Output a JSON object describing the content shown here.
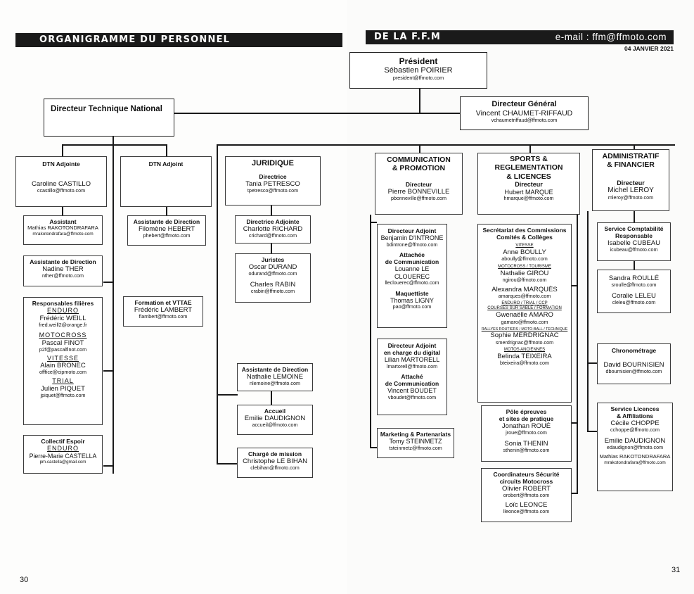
{
  "header": {
    "left_title": "ORGANIGRAMME DU PERSONNEL",
    "right_title": "DE LA F.F.M",
    "email": "e-mail : ffm@ffmoto.com",
    "date": "04 JANVIER 2021"
  },
  "pages": {
    "left": "30",
    "right": "31"
  },
  "president": {
    "title": "Président",
    "name": "Sébastien POIRIER",
    "email": "president@ffmoto.com"
  },
  "dg": {
    "title": "Directeur Général",
    "name": "Vincent CHAUMET-RIFFAUD",
    "email": "vchaumetriffaud@ffmoto.com"
  },
  "dtn": {
    "title": "Directeur Technique National"
  },
  "dtn_adjointe": {
    "title": "DTN Adjointe",
    "name": "Caroline CASTILLO",
    "email": "ccastillo@ffmoto.com"
  },
  "assistant": {
    "title": "Assistant",
    "name": "Mathias RAKOTONDRAFARA",
    "email": "mrakotondrafara@ffmoto.com"
  },
  "assistante_dir1": {
    "title": "Assistante de Direction",
    "name": "Nadine THER",
    "email": "nther@ffmoto.com"
  },
  "filieres": {
    "title": "Responsables filières",
    "groups": [
      {
        "label": "ENDURO",
        "name": "Frédéric WEILL",
        "email": "fred.weill2@orange.fr"
      },
      {
        "label": "MOTOCROSS",
        "name": "Pascal FINOT",
        "email": "p2f@pascalfinot.com"
      },
      {
        "label": "VITESSE",
        "name": "Alain BRONEC",
        "email": "offfice@cipmoto.com"
      },
      {
        "label": "TRIAL",
        "name": "Julien PIQUET",
        "email": "jpiquet@ffmoto.com"
      }
    ]
  },
  "espoir": {
    "title": "Collectif Espoir",
    "label": "ENDURO",
    "name": "Pierre-Marie CASTELLA",
    "email": "pm.castella@gmail.com"
  },
  "dtn_adjoint": {
    "title": "DTN Adjoint"
  },
  "assistante_dir2": {
    "title": "Assistante de Direction",
    "name": "Filomène HEBERT",
    "email": "phebert@ffmoto.com"
  },
  "vttae": {
    "title": "Formation et VTTAE",
    "name": "Frédéric LAMBERT",
    "email": "flambert@ffmoto.com"
  },
  "juridique": {
    "title": "JURIDIQUE",
    "role": "Directrice",
    "name": "Tania PETRESCO",
    "email": "tpetresco@ffmoto.com"
  },
  "dir_adjointe": {
    "title": "Directrice Adjointe",
    "name": "Charlotte RICHARD",
    "email": "crichard@ffmoto.com"
  },
  "juristes": {
    "title": "Juristes",
    "people": [
      {
        "name": "Oscar DURAND",
        "email": "odurand@ffmoto.com"
      },
      {
        "name": "Charles RABIN",
        "email": "crabin@ffmoto.com"
      }
    ]
  },
  "assistante_dir3": {
    "title": "Assistante de Direction",
    "name": "Nathalie LEMOINE",
    "email": "nlemoine@ffmoto.com"
  },
  "accueil": {
    "title": "Accueil",
    "name": "Emilie DAUDIGNON",
    "email": "accueil@ffmoto.com"
  },
  "mission": {
    "title": "Chargé de mission",
    "name": "Christophe LE BIHAN",
    "email": "clebihan@ffmoto.com"
  },
  "comm": {
    "title1": "COMMUNICATION",
    "title2": "& PROMOTION",
    "role": "Directeur",
    "name": "Pierre BONNEVILLE",
    "email": "pbonneville@ffmoto.com"
  },
  "comm_adj": {
    "title": "Directeur Adjoint",
    "name": "Benjamin D'INTRONE",
    "email": "bdintrone@ffmoto.com",
    "att_title1": "Attachée",
    "att_title2": "de Communication",
    "att_name": "Louanne LE CLOUEREC",
    "att_email": "lleclouerec@ffmoto.com",
    "maq_title": "Maquettiste",
    "maq_name": "Thomas LIGNY",
    "maq_email": "pao@ffmoto.com"
  },
  "digital": {
    "title1": "Directeur Adjoint",
    "title2": "en charge du digital",
    "name": "Lilian MARTORELL",
    "email": "lmartorell@ffmoto.com",
    "att_title1": "Attaché",
    "att_title2": "de Communication",
    "att_name": "Vincent BOUDET",
    "att_email": "vboudet@ffmoto.com"
  },
  "marketing": {
    "title": "Marketing & Partenariats",
    "name": "Tomy STEINMETZ",
    "email": "tsteinmetz@ffmoto.com"
  },
  "sports": {
    "title1": "SPORTS &",
    "title2": "REGLEMENTATION",
    "title3": "& LICENCES",
    "role": "Directeur",
    "name": "Hubert MARQUE",
    "email": "hmarque@ffmoto.com"
  },
  "secretariat": {
    "title1": "Secrétariat des Commissions",
    "title2": "Comités & Collèges",
    "groups": [
      {
        "labels": [
          "VITESSE"
        ],
        "people": [
          {
            "name": "Anne BOULLY",
            "email": "aboully@ffmoto.com"
          }
        ]
      },
      {
        "labels": [
          "MOTOCROSS / TOURISME"
        ],
        "people": [
          {
            "name": "Nathalie GIROU",
            "email": "ngirou@ffmoto.com"
          },
          {
            "name": "Alexandra MARQUÈS",
            "email": "amarques@ffmoto.com"
          }
        ]
      },
      {
        "labels": [
          "ENDURO / TRIAL / CCP",
          "COURSES SUR SABLE / FORMATION"
        ],
        "people": [
          {
            "name": "Gwenaëlle AMARO",
            "email": "gamaro@ffmoto.com"
          }
        ]
      },
      {
        "labels": [
          "RALLYES ROUTIERS / MOTO-BALL / TECHNIQUE"
        ],
        "people": [
          {
            "name": "Sophie MERDRIGNAC",
            "email": "smerdrignac@ffmoto.com"
          }
        ]
      },
      {
        "labels": [
          "MOTOS ANCIENNES"
        ],
        "people": [
          {
            "name": "Belinda TEIXEIRA",
            "email": "bteixeira@ffmoto.com"
          }
        ]
      }
    ]
  },
  "epreuves": {
    "title1": "Pôle épreuves",
    "title2": "et sites de pratique",
    "people": [
      {
        "name": "Jonathan ROUÉ",
        "email": "jroue@ffmoto.com"
      },
      {
        "name": "Sonia THENIN",
        "email": "sthenin@ffmoto.com"
      }
    ]
  },
  "securite": {
    "title1": "Coordinateurs Sécurité",
    "title2": "circuits Motocross",
    "people": [
      {
        "name": "Olivier ROBERT",
        "email": "orobert@ffmoto.com"
      },
      {
        "name": "Loïc LEONCE",
        "email": "lleonce@ffmoto.com"
      }
    ]
  },
  "admin": {
    "title1": "ADMINISTRATIF",
    "title2": "& FINANCIER",
    "role": "Directeur",
    "name": "Michel LEROY",
    "email": "mleroy@ffmoto.com"
  },
  "compta": {
    "title1": "Service Comptabilité",
    "title2": "Responsable",
    "name": "Isabelle CUBEAU",
    "email": "icubeau@ffmoto.com"
  },
  "compta2": {
    "people": [
      {
        "name": "Sandra ROULLÉ",
        "email": "sroulle@ffmoto.com"
      },
      {
        "name": "Coralie LELEU",
        "email": "cleleu@ffmoto.com"
      }
    ]
  },
  "chrono": {
    "title": "Chronométrage",
    "name": "David BOURNISIEN",
    "email": "dbournisien@ffmoto.com"
  },
  "licences": {
    "title1": "Service Licences",
    "title2": "& Affiliations",
    "people": [
      {
        "name": "Cécile CHOPPE",
        "email": "cchoppe@ffmoto.com"
      },
      {
        "name": "Emilie DAUDIGNON",
        "email": "edaudignon@ffmoto.com"
      },
      {
        "name": "Mathias RAKOTONDRAFARA",
        "email": "mrakotondrafara@ffmoto.com"
      }
    ]
  }
}
